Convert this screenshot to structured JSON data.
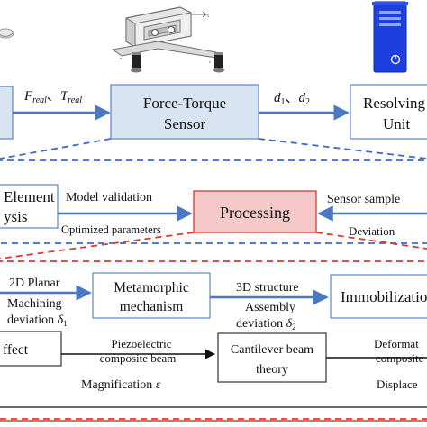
{
  "row1": {
    "left_labels": {
      "f": "F",
      "f_sub": "real",
      "sep": "、",
      "t": "T",
      "t_sub": "real"
    },
    "sensor_box": {
      "line1": "Force-Torque",
      "line2": "Sensor"
    },
    "right_labels": {
      "d1": "d",
      "d1_sub": "1",
      "sep": "、",
      "d2": "d",
      "d2_sub": "2"
    },
    "resolving_box": {
      "line1": "Resolving",
      "line2": "Unit"
    }
  },
  "row2": {
    "fe_box": {
      "line1": "Element",
      "line2": "ysis"
    },
    "label_model_validation": "Model validation",
    "label_optimized_parameters": "Optimized parameters",
    "processing_box": "Processing",
    "label_sensor_sample": "Sensor sample",
    "label_deviation": "Deviation"
  },
  "row3": {
    "label_2d_planar": "2D Planar",
    "label_machining": "Machining",
    "label_machining_dev": "deviation",
    "sym_delta1": "δ",
    "sym_delta1_sub": "1",
    "metamorphic_box": {
      "line1": "Metamorphic",
      "line2": "mechanism"
    },
    "label_3d_structure": "3D structure",
    "label_assembly": "Assembly",
    "label_assembly_dev": "deviation",
    "sym_delta2": "δ",
    "sym_delta2_sub": "2",
    "immobilization_box": "Immobilizatio"
  },
  "row4": {
    "effect_box": "ffect",
    "label_piezo_1": "Piezoelectric",
    "label_piezo_2": "composite beam",
    "label_magnification": "Magnification",
    "sym_epsilon": "ε",
    "cantilever_box": {
      "line1": "Cantilever beam",
      "line2": "theory"
    },
    "label_deform_1": "Deformat",
    "label_deform_2": "composite",
    "label_displace": "Displace"
  },
  "colors": {
    "blue_box_fill": "#d9e4f3",
    "blue_border": "#5b86c8",
    "arrow_blue": "#4a78c2",
    "processing_fill": "#f6c9c9",
    "processing_border": "#d8443f",
    "dash_blue": "#3a6cc8",
    "dash_red": "#d83a36",
    "server_blue": "#1d3fe0"
  }
}
